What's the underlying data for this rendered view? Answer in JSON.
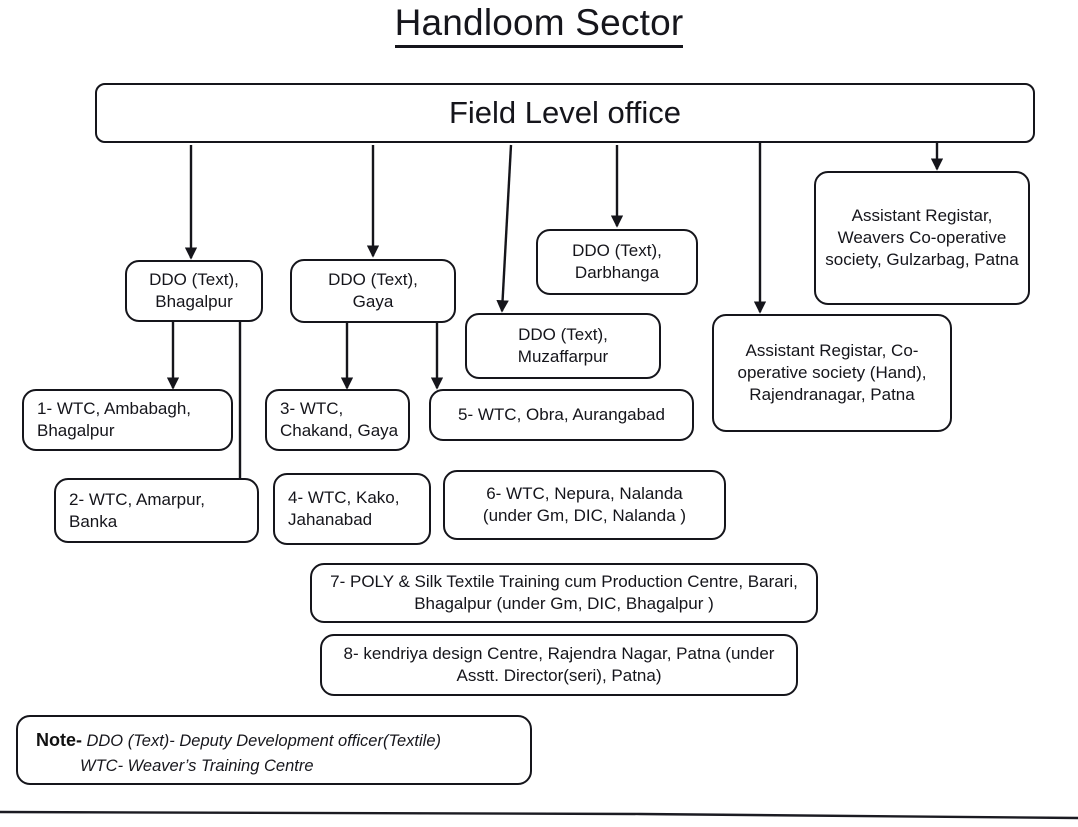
{
  "document": {
    "title": "Handloom Sector"
  },
  "root": {
    "label": "Field Level office"
  },
  "level1": [
    {
      "id": "ddo-bhagalpur",
      "label": "DDO (Text),\nBhagalpur"
    },
    {
      "id": "ddo-gaya",
      "label": "DDO (Text),\nGaya"
    },
    {
      "id": "ddo-darbhanga",
      "label": "DDO (Text),\nDarbhanga"
    },
    {
      "id": "ddo-muzaffarpur",
      "label": "DDO (Text),\nMuzaffarpur"
    },
    {
      "id": "ar-coop-rajendranagar",
      "label": "Assistant Registar, Co-operative society (Hand), Rajendranagar, Patna"
    },
    {
      "id": "ar-weavers-gulzarbag",
      "label": "Assistant Registar, Weavers Co-operative society, Gulzarbag, Patna"
    }
  ],
  "centres": [
    {
      "number": "1",
      "label": "1-  WTC, Ambabagh, Bhagalpur"
    },
    {
      "number": "2",
      "label": "2- WTC, Amarpur, Banka"
    },
    {
      "number": "3",
      "label": "3- WTC, Chakand, Gaya"
    },
    {
      "number": "4",
      "label": "4- WTC, Kako, Jahanabad"
    },
    {
      "number": "5",
      "label": "5- WTC, Obra, Aurangabad"
    },
    {
      "number": "6",
      "label": "6- WTC, Nepura, Nalanda\n(under Gm, DIC, Nalanda )"
    },
    {
      "number": "7",
      "label": "7- POLY & Silk Textile Training cum Production Centre, Barari, Bhagalpur (under Gm, DIC, Bhagalpur )"
    },
    {
      "number": "8",
      "label": "8-  kendriya design Centre, Rajendra Nagar, Patna (under Asstt. Director(seri), Patna)"
    }
  ],
  "note": {
    "lead": "Note-",
    "line1": "DDO (Text)- Deputy Development officer(Textile)",
    "line2": "WTC-  Weaver’s Training Centre"
  },
  "colors": {
    "ink": "#15151b",
    "background": "#ffffff"
  }
}
